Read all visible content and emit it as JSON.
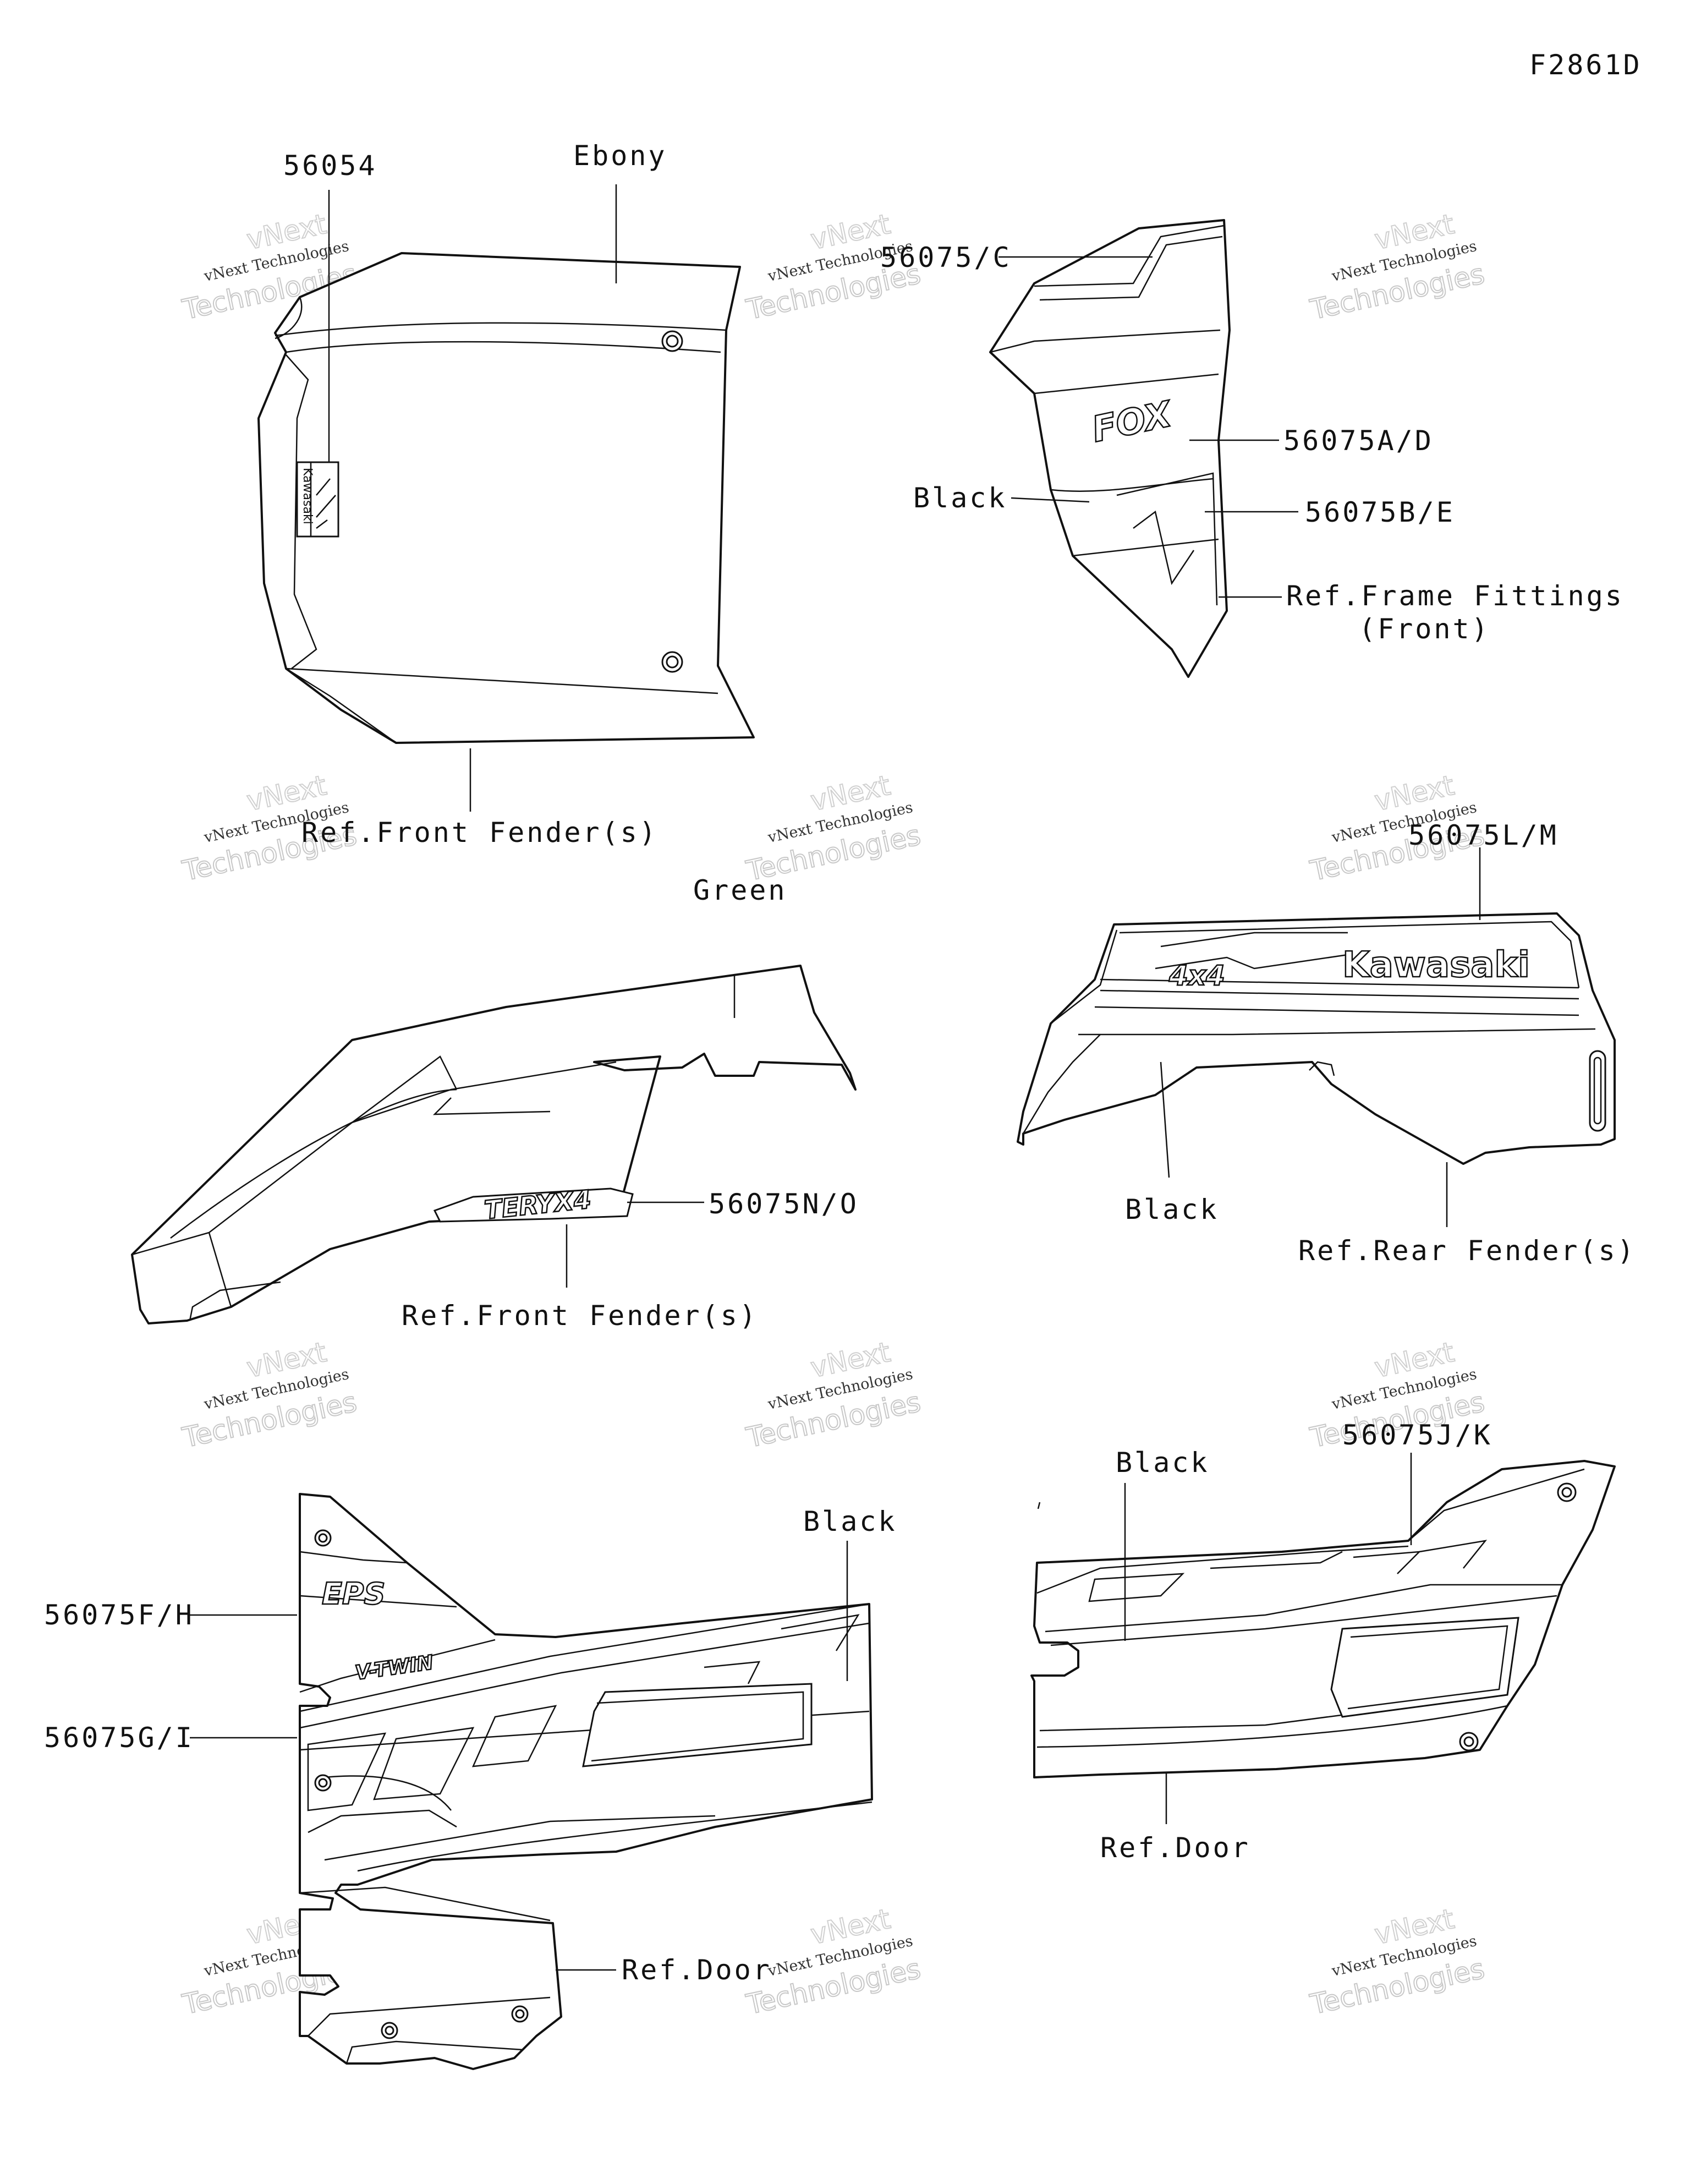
{
  "figure_code": "F2861D",
  "watermark": {
    "line1": "vNext Technologies",
    "line2": "Technologies",
    "line3": "vNext"
  },
  "callouts": {
    "hood_part": "56054",
    "hood_color": "Ebony",
    "hood_ref": "Ref.Front Fender(s)",
    "frame_c": "56075/C",
    "frame_ad": "56075A/D",
    "frame_color": "Black",
    "frame_be": "56075B/E",
    "frame_ref_line1": "Ref.Frame Fittings",
    "frame_ref_line2": "(Front)",
    "ff_color": "Green",
    "ff_no": "56075N/O",
    "ff_ref": "Ref.Front Fender(s)",
    "rf_lm": "56075L/M",
    "rf_color": "Black",
    "rf_ref": "Ref.Rear Fender(s)",
    "ld_fh": "56075F/H",
    "ld_gi": "56075G/I",
    "ld_color": "Black",
    "ld_ref": "Ref.Door",
    "rd_jk": "56075J/K",
    "rd_color": "Black",
    "rd_ref": "Ref.Door"
  },
  "decal_text": {
    "kawasaki": "Kawasaki",
    "four_by_four": "4x4",
    "fox": "FOX",
    "eps": "EPS",
    "vtwin": "V-TWIN",
    "teryx": "TERYX4",
    "vertical_kawasaki": "Kawasaki"
  }
}
